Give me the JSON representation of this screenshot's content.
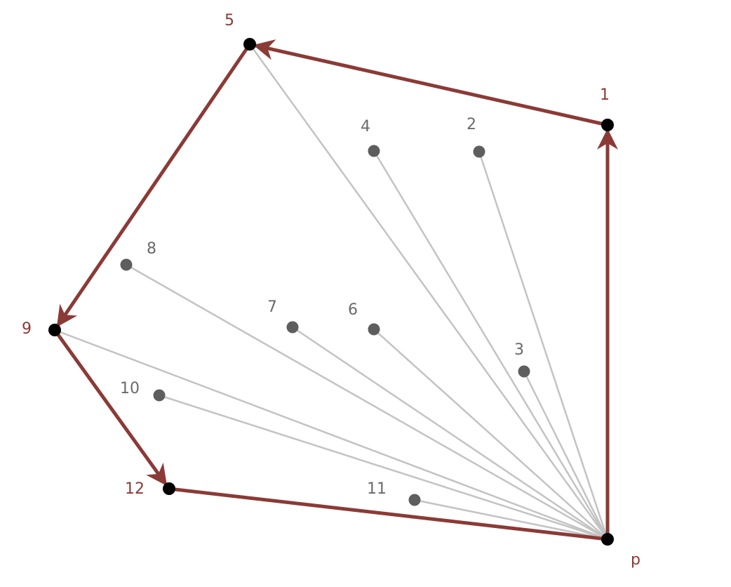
{
  "diagram": {
    "colors": {
      "hull_edge": "#8b3a36",
      "ray": "#c3c3c3",
      "hull_point": "#000000",
      "inner_point": "#5e5e5e",
      "hull_label": "#8b3a36",
      "inner_label": "#6a6a6a"
    },
    "origin": {
      "id": "p",
      "label": "p"
    },
    "points": [
      {
        "id": "1",
        "label": "1",
        "on_hull": true
      },
      {
        "id": "2",
        "label": "2",
        "on_hull": false
      },
      {
        "id": "3",
        "label": "3",
        "on_hull": false
      },
      {
        "id": "4",
        "label": "4",
        "on_hull": false
      },
      {
        "id": "5",
        "label": "5",
        "on_hull": true
      },
      {
        "id": "6",
        "label": "6",
        "on_hull": false
      },
      {
        "id": "7",
        "label": "7",
        "on_hull": false
      },
      {
        "id": "8",
        "label": "8",
        "on_hull": false
      },
      {
        "id": "9",
        "label": "9",
        "on_hull": true
      },
      {
        "id": "10",
        "label": "10",
        "on_hull": false
      },
      {
        "id": "11",
        "label": "11",
        "on_hull": false
      },
      {
        "id": "12",
        "label": "12",
        "on_hull": true
      }
    ],
    "hull_path": [
      "p",
      "1",
      "5",
      "9",
      "12",
      "p"
    ]
  }
}
